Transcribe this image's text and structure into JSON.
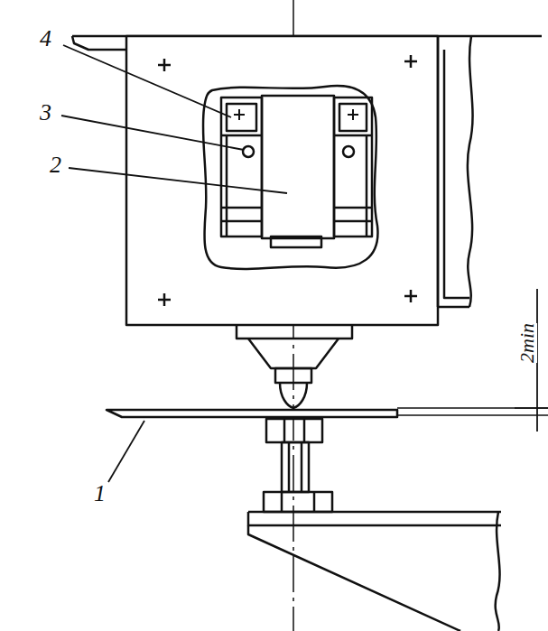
{
  "diagram": {
    "labels": [
      "4",
      "3",
      "2",
      "1",
      "2min"
    ]
  }
}
